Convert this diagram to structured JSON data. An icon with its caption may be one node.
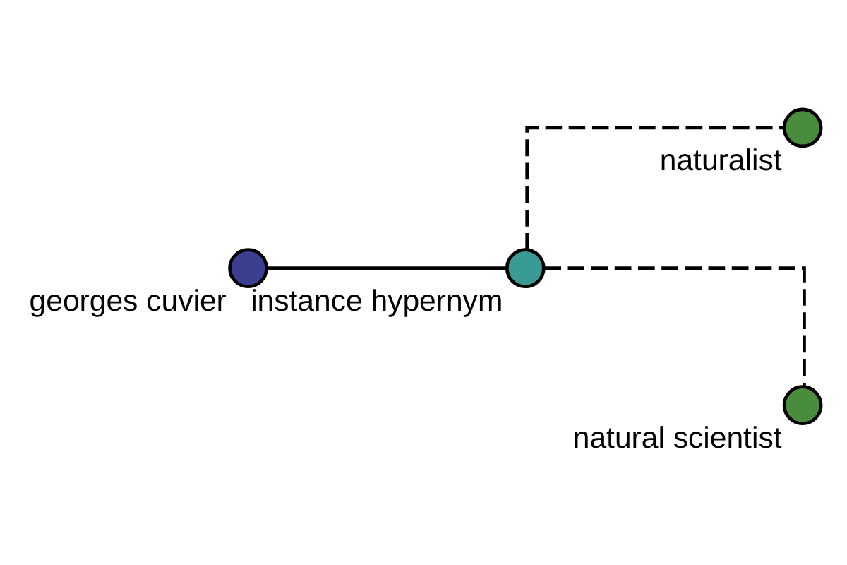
{
  "diagram": {
    "nodes": [
      {
        "text": [],
        "shape": "circle",
        "beside": [
          "georges cuvier"
        ]
      },
      {
        "text": [],
        "shape": "circle",
        "beside": [
          "instance hypernym"
        ]
      },
      {
        "text": [],
        "shape": "circle",
        "beside": [
          "naturalist"
        ]
      },
      {
        "text": [],
        "shape": "circle",
        "beside": [
          "natural scientist"
        ]
      }
    ],
    "edges": [
      {
        "from": 0,
        "to": 1,
        "arrow": "none"
      },
      {
        "from": 1,
        "to": 2,
        "arrow": "none",
        "style": "dashed"
      },
      {
        "from": 1,
        "to": 3,
        "arrow": "none",
        "style": "dashed"
      }
    ]
  }
}
